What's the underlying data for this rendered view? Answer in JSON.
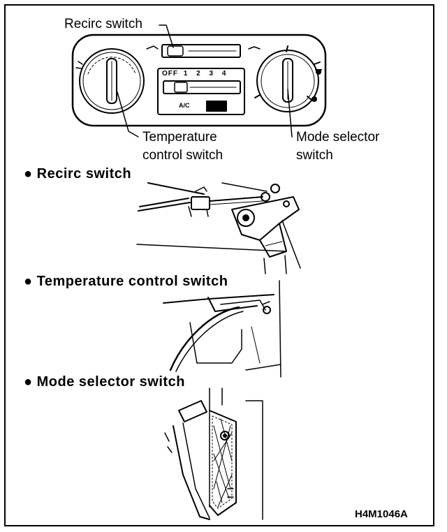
{
  "panel": {
    "labels": {
      "recirc": "Recirc switch",
      "temperature": "Temperature\ncontrol switch",
      "temperature_line1": "Temperature",
      "temperature_line2": "control switch",
      "mode_line1": "Mode selector",
      "mode_line2": "switch"
    },
    "fan_scale": [
      "OFF",
      "1",
      "2",
      "3",
      "4"
    ],
    "ac_label": "A/C"
  },
  "sections": {
    "recirc": "● Recirc switch",
    "temperature": "● Temperature control switch",
    "mode": "● Mode selector switch"
  },
  "figure_code": "H4M1046A"
}
